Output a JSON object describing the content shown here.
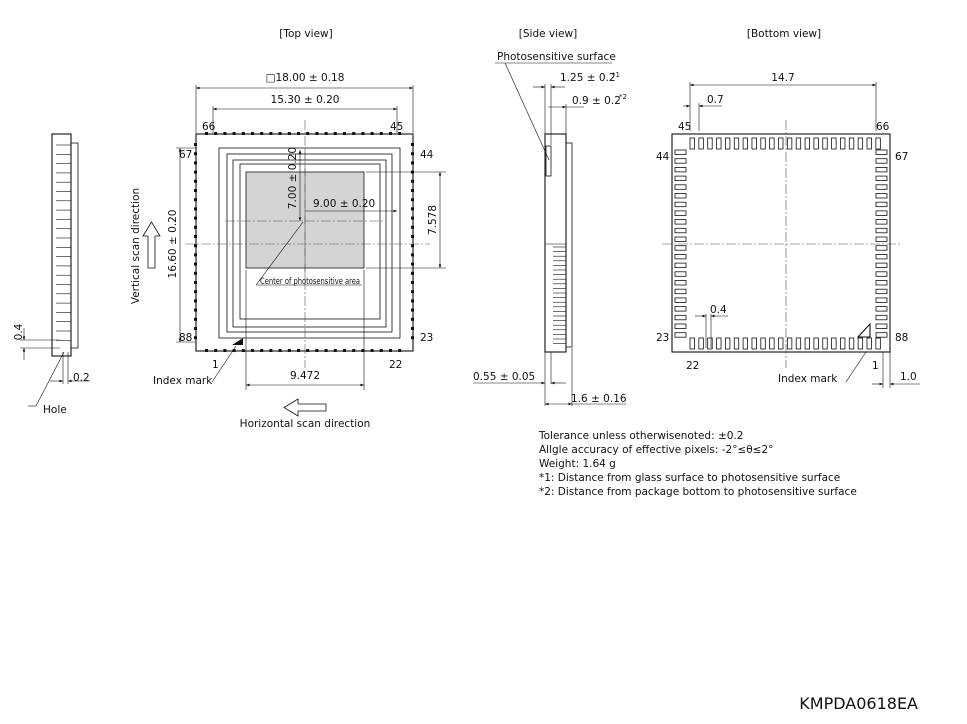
{
  "views": {
    "top_title": "[Top view]",
    "side_title": "[Side view]",
    "bottom_title": "[Bottom view]"
  },
  "top_view": {
    "dim_outer": "□18.00 ± 0.18",
    "dim_inner": "15.30 ± 0.20",
    "dim_height": "16.60 ± 0.20",
    "dim_v_offset": "7.00 ± 0.20",
    "dim_h_offset": "9.00 ± 0.20",
    "dim_area_h": "7.578",
    "dim_area_w": "9.472",
    "pin_66": "66",
    "pin_45": "45",
    "pin_67": "67",
    "pin_44": "44",
    "pin_88": "88",
    "pin_23": "23",
    "pin_1": "1",
    "pin_22": "22",
    "center_label": "Center of photosensitive area",
    "index_mark": "Index mark",
    "vertical_scan": "Vertical scan direction",
    "horizontal_scan": "Horizontal scan direction"
  },
  "left_view": {
    "dim_04": "0.4",
    "dim_02": "0.2",
    "hole": "Hole"
  },
  "side_view": {
    "photosensitive_surface": "Photosensitive surface",
    "dim_glass": "1.25 ± 0.2",
    "note_1": "*1",
    "dim_bottom": "0.9 ± 0.2",
    "note_2": "*2",
    "dim_055": "0.55 ± 0.05",
    "dim_16": "1.6 ± 0.16"
  },
  "bottom_view": {
    "dim_147": "14.7",
    "dim_07": "0.7",
    "dim_04": "0.4",
    "dim_10": "1.0",
    "pin_45": "45",
    "pin_66": "66",
    "pin_44": "44",
    "pin_67": "67",
    "pin_23": "23",
    "pin_88": "88",
    "pin_22": "22",
    "pin_1": "1",
    "index_mark": "Index mark"
  },
  "notes": [
    "Tolerance unless otherwisenoted: ±0.2",
    "Allgle accuracy of effective pixels: -2°≤θ≤2°",
    "Weight: 1.64 g",
    "*1: Distance from glass surface to photosensitive surface",
    "*2: Distance from package bottom to photosensitive surface"
  ],
  "drawing_code": "KMPDA0618EA"
}
